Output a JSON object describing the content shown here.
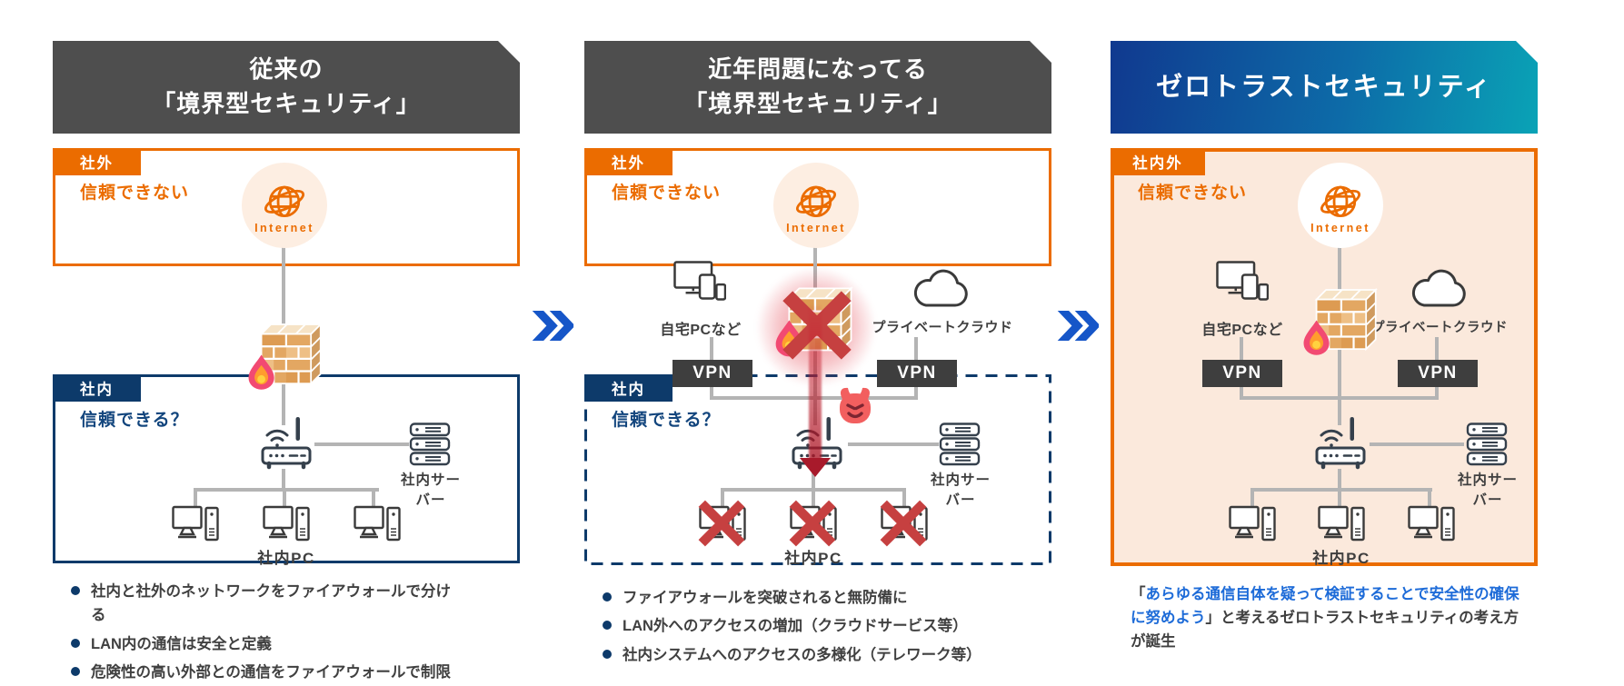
{
  "colors": {
    "header_gray": "#4e4e4e",
    "header_gradient_start": "#10398f",
    "header_gradient_end": "#0aa3b6",
    "orange": "#eb6c00",
    "navy": "#0d3a6a",
    "peach_fill": "#fbe9dc",
    "chevron_blue": "#1656c8",
    "quote_blue": "#1d6bd8",
    "vpn_dark": "#3e3e3e",
    "alert_red": "#c64040",
    "line_gray": "#b4b4b4"
  },
  "panels": [
    {
      "title_line1": "従来の",
      "title_line2": "「境界型セキュリティ」",
      "outside_badge": "社外",
      "outside_caption": "信頼できない",
      "internet_label": "Internet",
      "inside_badge": "社内",
      "inside_caption": "信頼できる？",
      "server_label": "社内サーバー",
      "pc_label": "社内PC",
      "bullets": [
        "社内と社外のネットワークをファイアウォールで分ける",
        "LAN内の通信は安全と定義",
        "危険性の高い外部との通信をファイアウォールで制限"
      ]
    },
    {
      "title_line1": "近年問題になってる",
      "title_line2": "「境界型セキュリティ」",
      "outside_badge": "社外",
      "outside_caption": "信頼できない",
      "internet_label": "Internet",
      "home_label": "自宅PCなど",
      "cloud_label": "プライベートクラウド",
      "vpn_label": "VPN",
      "inside_badge": "社内",
      "inside_caption": "信頼できる？",
      "server_label": "社内サーバー",
      "pc_label": "社内PC",
      "bullets": [
        "ファイアウォールを突破されると無防備に",
        "LAN外へのアクセスの増加（クラウドサービス等）",
        "社内システムへのアクセスの多様化（テレワーク等）"
      ]
    },
    {
      "title": "ゼロトラストセキュリティ",
      "zone_badge": "社内外",
      "zone_caption": "信頼できない",
      "internet_label": "Internet",
      "home_label": "自宅PCなど",
      "cloud_label": "プライベートクラウド",
      "vpn_label": "VPN",
      "server_label": "社内サーバー",
      "pc_label": "社内PC",
      "note_open": "「",
      "note_quote": "あらゆる通信自体を疑って検証することで安全性の確保に努めよう",
      "note_close": "」",
      "note_rest": "と考えるゼロトラストセキュリティの考え方が誕生"
    }
  ]
}
